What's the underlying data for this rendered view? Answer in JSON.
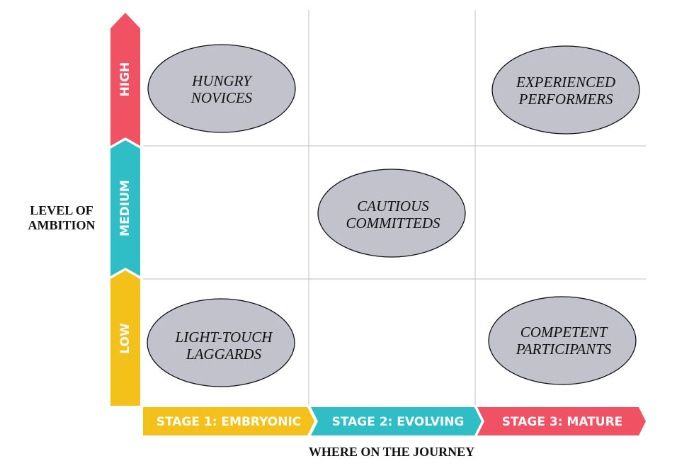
{
  "y_axis": {
    "label_line1": "LEVEL OF",
    "label_line2": "AMBITION",
    "levels": [
      {
        "label": "HIGH",
        "color": "#F05264"
      },
      {
        "label": "MEDIUM",
        "color": "#30BEC6"
      },
      {
        "label": "LOW",
        "color": "#F4C11A"
      }
    ]
  },
  "x_axis": {
    "label": "WHERE ON THE JOURNEY",
    "stages": [
      {
        "label": "STAGE 1: EMBRYONIC",
        "color": "#F4C11A"
      },
      {
        "label": "STAGE 2: EVOLVING",
        "color": "#30BEC6"
      },
      {
        "label": "STAGE 3: MATURE",
        "color": "#F05264"
      }
    ]
  },
  "segments": [
    {
      "line1": "HUNGRY",
      "line2": "NOVICES"
    },
    {
      "line1": "EXPERIENCED",
      "line2": "PERFORMERS"
    },
    {
      "line1": "CAUTIOUS",
      "line2": "COMMITTEDS"
    },
    {
      "line1": "LIGHT-TOUCH",
      "line2": "LAGGARDS"
    },
    {
      "line1": "COMPETENT",
      "line2": "PARTICIPANTS"
    }
  ],
  "colors": {
    "ellipse_fill": "#C2C2CC",
    "ellipse_stroke": "#111111",
    "grid": "#BFBFBF"
  }
}
